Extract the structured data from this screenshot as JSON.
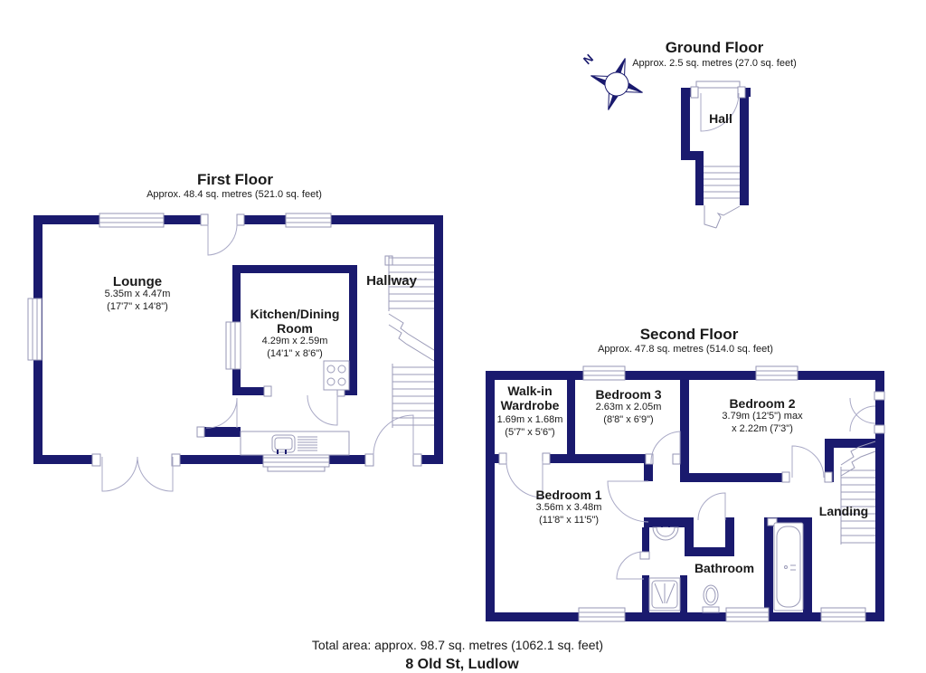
{
  "footer": {
    "total_area": "Total area: approx. 98.7 sq. metres (1062.1 sq. feet)",
    "address": "8 Old St, Ludlow"
  },
  "compass": {
    "north_label": "N"
  },
  "colors": {
    "wall": "#1a1a6e",
    "detail_line": "#9b9bb8",
    "text": "#1a1a1a"
  },
  "floors": {
    "ground": {
      "title": "Ground Floor",
      "area": "Approx. 2.5 sq. metres (27.0 sq. feet)",
      "rooms": {
        "hall": {
          "name": "Hall"
        }
      }
    },
    "first": {
      "title": "First Floor",
      "area": "Approx. 48.4 sq. metres (521.0 sq. feet)",
      "rooms": {
        "lounge": {
          "name": "Lounge",
          "dims_m": "5.35m x 4.47m",
          "dims_ft": "(17'7\" x 14'8\")"
        },
        "kitchen": {
          "name_line1": "Kitchen/Dining",
          "name_line2": "Room",
          "dims_m": "4.29m x 2.59m",
          "dims_ft": "(14'1\" x 8'6\")"
        },
        "hallway": {
          "name": "Hallway"
        }
      }
    },
    "second": {
      "title": "Second Floor",
      "area": "Approx. 47.8 sq. metres (514.0 sq. feet)",
      "rooms": {
        "wardrobe": {
          "name_line1": "Walk-in",
          "name_line2": "Wardrobe",
          "dims_m": "1.69m x 1.68m",
          "dims_ft": "(5'7\" x 5'6\")"
        },
        "bedroom3": {
          "name": "Bedroom 3",
          "dims_m": "2.63m x 2.05m",
          "dims_ft": "(8'8\" x 6'9\")"
        },
        "bedroom2": {
          "name": "Bedroom 2",
          "dims_m": "3.79m (12'5\") max",
          "dims_ft": "x 2.22m (7'3\")"
        },
        "bedroom1": {
          "name": "Bedroom 1",
          "dims_m": "3.56m x 3.48m",
          "dims_ft": "(11'8\" x 11'5\")"
        },
        "bathroom": {
          "name": "Bathroom"
        },
        "landing": {
          "name": "Landing"
        }
      }
    }
  }
}
